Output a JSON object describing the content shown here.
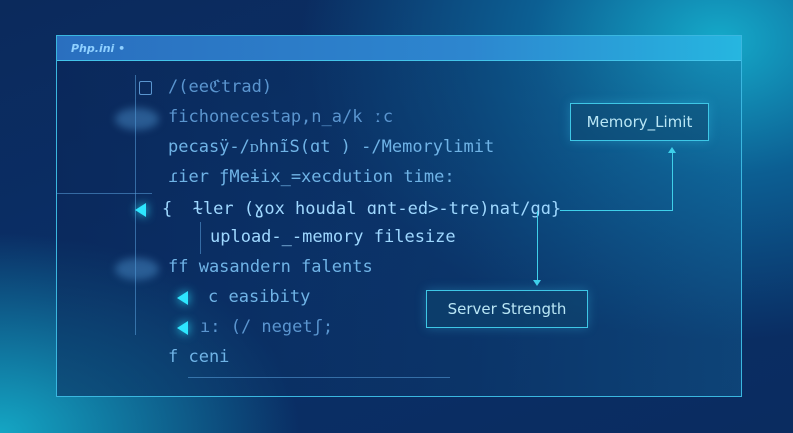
{
  "window": {
    "title": "Php.ini •"
  },
  "code_lines": [
    "/(eeℭtrad)",
    "fichonecestap,n_a/k ːc",
    "pecasÿ-/ᴅhnĩS(ɑt ) -/Memorylimit",
    "ɾier ƒMeɨix_=xecdution time:",
    "{  ɫler (ɣox houdal ɑnt-ed>-tre)nat/gɑ}",
    "upload-_-memory filesize",
    "ff wasandern falents",
    "c easibity",
    "ı: (/ negetʃ;",
    "f ceni"
  ],
  "callouts": {
    "memory_limit": "Memory_Limit",
    "server_strength": "Server Strength"
  },
  "colors": {
    "accent": "#2ee6ff",
    "border": "#3ab7e0",
    "background": "#0b2a5c"
  }
}
